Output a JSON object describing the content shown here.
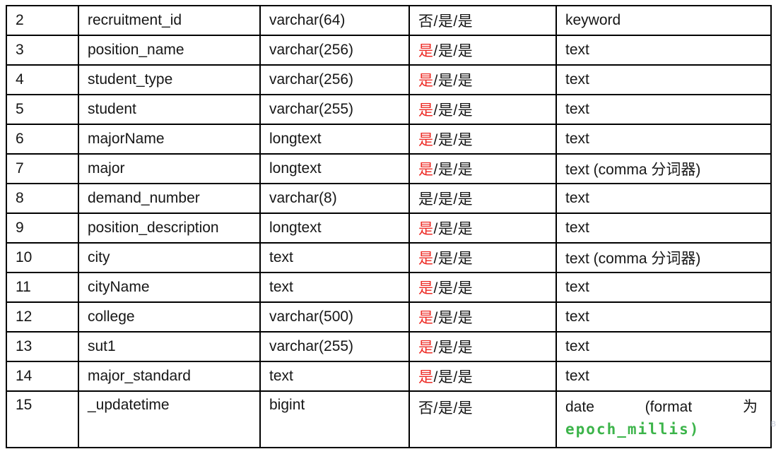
{
  "colors": {
    "flag_red": "#ed2a24",
    "epoch_green": "#3cb44a",
    "border_black": "#000000"
  },
  "watermark": {
    "text": "B"
  },
  "table": {
    "rows": [
      {
        "no": "2",
        "field": "recruitment_id",
        "type": "varchar(64)",
        "flags": {
          "first": "否",
          "first_red": false,
          "rest": "/是/是"
        },
        "es": "keyword"
      },
      {
        "no": "3",
        "field": "position_name",
        "type": "varchar(256)",
        "flags": {
          "first": "是",
          "first_red": true,
          "rest": "/是/是"
        },
        "es": "text"
      },
      {
        "no": "4",
        "field": "student_type",
        "type": "varchar(256)",
        "flags": {
          "first": "是",
          "first_red": true,
          "rest": "/是/是"
        },
        "es": "text"
      },
      {
        "no": "5",
        "field": "student",
        "type": "varchar(255)",
        "flags": {
          "first": "是",
          "first_red": true,
          "rest": "/是/是"
        },
        "es": "text"
      },
      {
        "no": "6",
        "field": "majorName",
        "type": "longtext",
        "flags": {
          "first": "是",
          "first_red": true,
          "rest": "/是/是"
        },
        "es": "text"
      },
      {
        "no": "7",
        "field": "major",
        "type": "longtext",
        "flags": {
          "first": "是",
          "first_red": true,
          "rest": "/是/是"
        },
        "es": "text (comma 分词器)"
      },
      {
        "no": "8",
        "field": "demand_number",
        "type": "varchar(8)",
        "flags": {
          "first": "是",
          "first_red": false,
          "rest": "/是/是"
        },
        "es": "text"
      },
      {
        "no": "9",
        "field": "position_description",
        "type": "longtext",
        "flags": {
          "first": "是",
          "first_red": true,
          "rest": "/是/是"
        },
        "es": "text"
      },
      {
        "no": "10",
        "field": "city",
        "type": "text",
        "flags": {
          "first": "是",
          "first_red": true,
          "rest": "/是/是"
        },
        "es": "text (comma 分词器)"
      },
      {
        "no": "11",
        "field": "cityName",
        "type": "text",
        "flags": {
          "first": "是",
          "first_red": true,
          "rest": "/是/是"
        },
        "es": "text"
      },
      {
        "no": "12",
        "field": "college",
        "type": "varchar(500)",
        "flags": {
          "first": "是",
          "first_red": true,
          "rest": "/是/是"
        },
        "es": "text"
      },
      {
        "no": "13",
        "field": "sut1",
        "type": "varchar(255)",
        "flags": {
          "first": "是",
          "first_red": true,
          "rest": "/是/是"
        },
        "es": "text"
      },
      {
        "no": "14",
        "field": "major_standard",
        "type": "text",
        "flags": {
          "first": "是",
          "first_red": true,
          "rest": "/是/是"
        },
        "es": "text"
      },
      {
        "no": "15",
        "field": "_updatetime",
        "type": "bigint",
        "flags": {
          "first": "否",
          "first_red": false,
          "rest": "/是/是"
        },
        "es_special": {
          "line1": [
            "date",
            "(format",
            "为"
          ],
          "line2": "epoch_millis)"
        }
      }
    ]
  }
}
